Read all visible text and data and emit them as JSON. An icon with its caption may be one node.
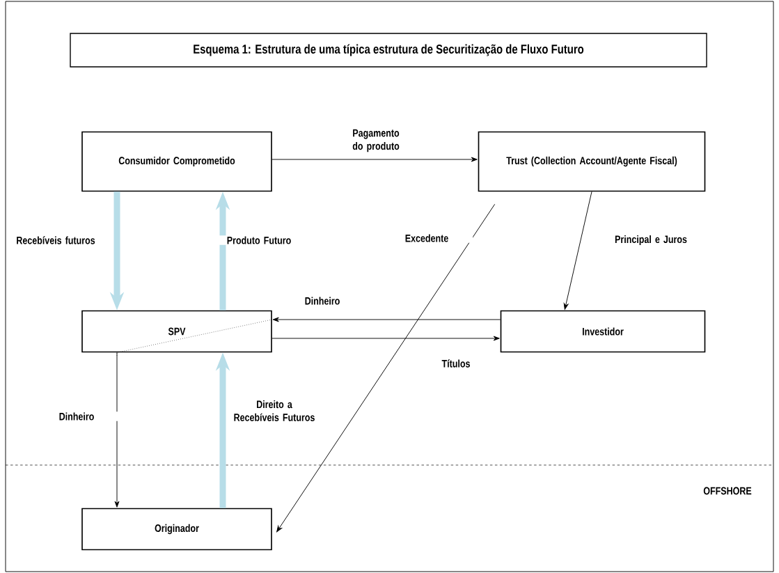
{
  "diagram": {
    "title": "Esquema 1: Estrutura de uma típica estrutura de Securitização de Fluxo Futuro",
    "nodes": [
      {
        "text": [
          "Consumidor Comprometido"
        ]
      },
      {
        "text": [
          "Trust (Collection Account/Agente Fiscal)"
        ]
      },
      {
        "text": [
          "SPV"
        ]
      },
      {
        "text": [
          "Investidor"
        ]
      },
      {
        "text": [
          "Originador"
        ]
      }
    ],
    "edges": [
      {
        "from": 0,
        "to": 1,
        "arrow": "to",
        "label": "Pagamento do produto"
      },
      {
        "from": 0,
        "to": 2,
        "arrow": "to",
        "label": "Recebíveis futuros",
        "style": "thick",
        "color": "#b7dde8"
      },
      {
        "from": 2,
        "to": 0,
        "arrow": "to",
        "label": "Produto Futuro",
        "style": "thick",
        "color": "#b7dde8"
      },
      {
        "from": 1,
        "to": 3,
        "arrow": "to",
        "label": "Principal e Juros"
      },
      {
        "from": 3,
        "to": 2,
        "arrow": "to",
        "label": "Dinheiro"
      },
      {
        "from": 2,
        "to": 3,
        "arrow": "to",
        "label": "Títulos"
      },
      {
        "from": 2,
        "to": 4,
        "arrow": "to",
        "label": "Dinheiro"
      },
      {
        "from": 4,
        "to": 2,
        "arrow": "to",
        "label": "Direito a Recebíveis Futuros",
        "style": "thick",
        "color": "#b7dde8"
      },
      {
        "from": 1,
        "to": 4,
        "arrow": "to",
        "label": "Excedente"
      }
    ],
    "labels": [
      "OFFSHORE"
    ]
  }
}
